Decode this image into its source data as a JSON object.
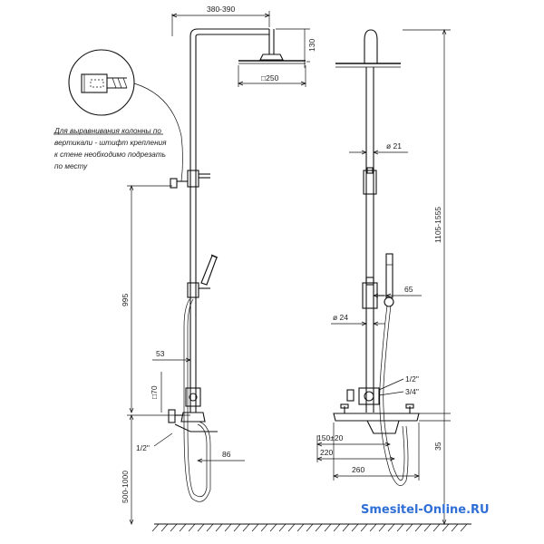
{
  "watermark": "Smesitel-Online.RU",
  "note_lines": [
    "Для выравнивания колонны по",
    "вертикали - штифт крепления",
    "к стене необходимо подрезать",
    "по месту"
  ],
  "dimensions": {
    "reach": "380-390",
    "head_height": "130",
    "head_size": "□250",
    "tube_diameter": "ø 21",
    "total_height": "1105-1555",
    "column_height": "995",
    "hand_shower_offset": "65",
    "lower_tube_diameter": "ø 24",
    "offset_53": "53",
    "spout_70": "□70",
    "thread_half_right": "1/2\"",
    "thread_three_quarter": "3/4\"",
    "thread_half_left": "1/2\"",
    "spout_86": "86",
    "spacing": "150±20",
    "depth_35": "35",
    "width_220": "220",
    "width_260": "260",
    "mount_height": "500-1000"
  }
}
